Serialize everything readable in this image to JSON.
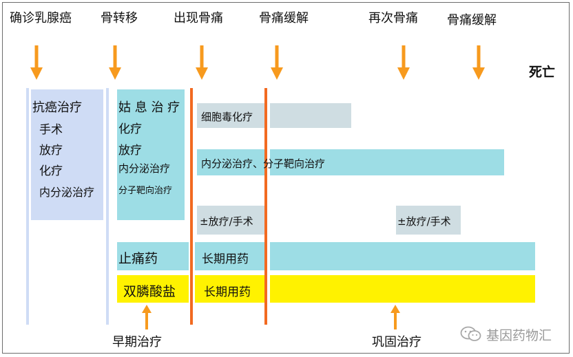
{
  "timeline": {
    "stages": [
      "确诊乳腺癌",
      "骨转移",
      "出现骨痛",
      "骨痛缓解",
      "再次骨痛",
      "骨痛缓解"
    ],
    "end_label": "死亡"
  },
  "columns": {
    "first": {
      "title": "抗癌治疗",
      "items": [
        "手术",
        "放疗",
        "化疗",
        "内分泌治疗"
      ]
    },
    "second": {
      "title": "姑 息 治 疗",
      "items": [
        "化疗",
        "放疗",
        "内分泌治疗",
        "分子靶向治疗"
      ]
    }
  },
  "rows": {
    "chemo": "细胞毒化疗",
    "endocrine": "内分泌治疗、分子靶向治疗",
    "radio_left": "±放疗/手术",
    "radio_right": "±放疗/手术",
    "analgesic": "止痛药",
    "analgesic_long": "长期用药",
    "bisphosphonate": "双膦酸盐",
    "bisphosphonate_long": "长期用药"
  },
  "bottom": {
    "early": "早期治疗",
    "consolidate": "巩固治疗"
  },
  "watermark": "基因药物汇",
  "colors": {
    "arrow": "#f79a1e",
    "orange_line": "#f26a21",
    "light_blue": "#cfdcf5",
    "cyan": "#9ddde5",
    "grey_blue": "#cfdde2",
    "yellow": "#fff200"
  }
}
